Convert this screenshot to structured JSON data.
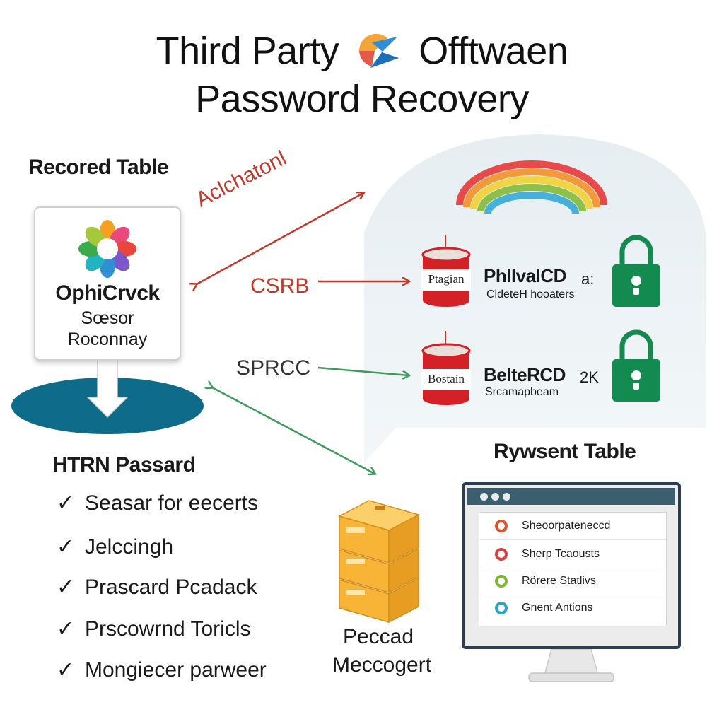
{
  "title": {
    "line1_left": "Third Party",
    "line1_right": "Offtwaen",
    "line2": "Password Recovery"
  },
  "recored_table": {
    "heading": "Recored Table",
    "card": {
      "name": "OphiCrvck",
      "sub1": "Sœsor",
      "sub2": "Roconnay"
    }
  },
  "arrows": {
    "adchaton": "Aclchatonl",
    "csrb": "CSRB",
    "sprcc": "SPRCC"
  },
  "databases": [
    {
      "cylinder_label": "Ptagian",
      "name": "PhllvalCD",
      "suffix": "a:",
      "sub": "CldeteH hooaters"
    },
    {
      "cylinder_label": "Bostain",
      "name": "BelteRCD",
      "suffix": "2K",
      "sub": "Srcamapbeam"
    }
  ],
  "htrn_password": {
    "heading": "HTRN Passard",
    "check_symbol": "✓",
    "items": [
      "Seasar for eecerts",
      "Jelccingh",
      "Prascard Pcadack",
      "Prscowrnd Toricls",
      "Mongiecer parweer"
    ]
  },
  "server": {
    "label1": "Peccad",
    "label2": "Meccogert"
  },
  "rywsent_table": {
    "heading": "Rywsent Table",
    "rows": [
      {
        "text": "Sheoorpateneccd",
        "icon_color": "#d9532c"
      },
      {
        "text": "Sherp Tcaousts",
        "icon_color": "#d94040"
      },
      {
        "text": "Rörere Statlivs",
        "icon_color": "#7cb82f"
      },
      {
        "text": "Gnent Antions",
        "icon_color": "#2aa4c8"
      }
    ]
  },
  "colors": {
    "red_arrow": "#c0392b",
    "green_arrow": "#3c9a5a",
    "teal_ellipse": "#0e6b8a",
    "lock_green": "#138a4f",
    "cylinder_red": "#d42027",
    "server_orange": "#f5b335",
    "rainbow": [
      "#e84a4a",
      "#f29a3a",
      "#f1d444",
      "#8cc04a",
      "#48b0d8"
    ]
  }
}
